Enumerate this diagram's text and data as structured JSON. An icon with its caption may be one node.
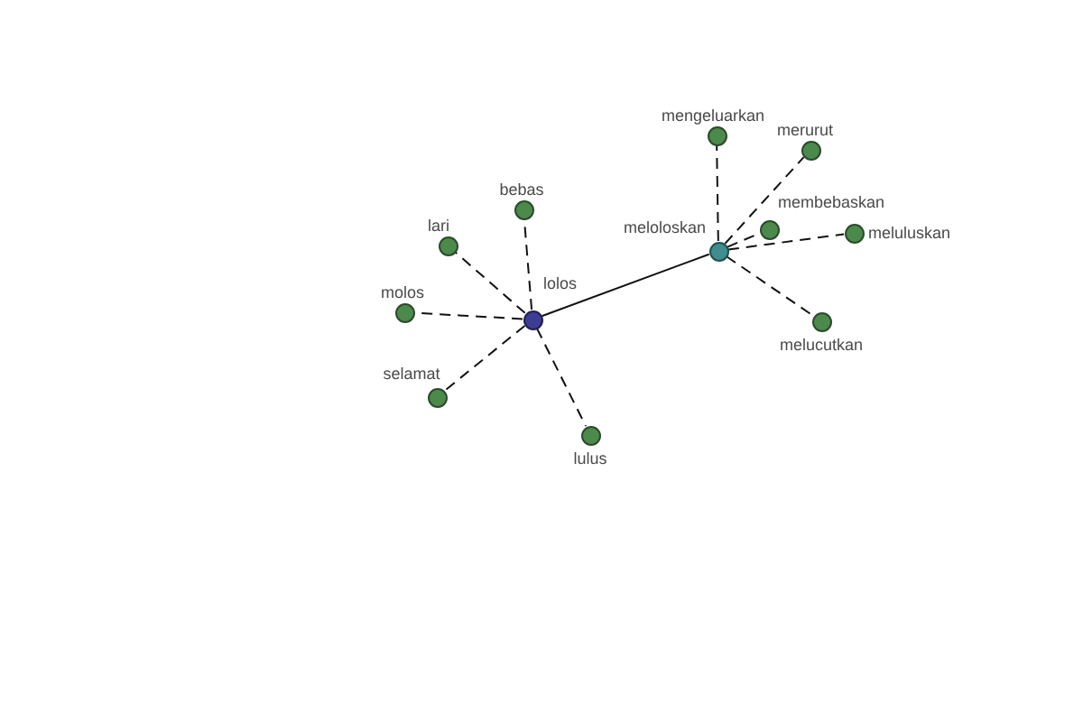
{
  "diagram": {
    "nodes": [
      {
        "text": [],
        "shape": "circle",
        "beside": [
          "mengeluarkan"
        ]
      },
      {
        "text": [],
        "shape": "circle",
        "beside": [
          "merurut"
        ]
      },
      {
        "text": [],
        "shape": "circle",
        "beside": [
          "bebas"
        ]
      },
      {
        "text": [],
        "shape": "circle",
        "beside": [
          "membebaskan"
        ]
      },
      {
        "text": [],
        "shape": "circle",
        "beside": [
          "meluluskan"
        ]
      },
      {
        "text": [],
        "shape": "circle",
        "beside": [
          "lari"
        ]
      },
      {
        "text": [],
        "shape": "circle",
        "beside": [
          "meloloskan"
        ]
      },
      {
        "text": [],
        "shape": "circle",
        "beside": [
          "molos"
        ]
      },
      {
        "text": [],
        "shape": "circle",
        "beside": [
          "lolos"
        ]
      },
      {
        "text": [],
        "shape": "circle",
        "beside": [
          "melucutkan"
        ]
      },
      {
        "text": [],
        "shape": "circle",
        "beside": [
          "selamat"
        ]
      },
      {
        "text": [],
        "shape": "circle",
        "beside": [
          "lulus"
        ]
      }
    ],
    "edges": [
      {
        "from": 8,
        "to": 6,
        "arrow": "none"
      },
      {
        "from": 8,
        "to": 2,
        "arrow": "none",
        "style": "dashed"
      },
      {
        "from": 8,
        "to": 5,
        "arrow": "none",
        "style": "dashed"
      },
      {
        "from": 8,
        "to": 7,
        "arrow": "none",
        "style": "dashed"
      },
      {
        "from": 8,
        "to": 10,
        "arrow": "none",
        "style": "dashed"
      },
      {
        "from": 8,
        "to": 11,
        "arrow": "none",
        "style": "dashed"
      },
      {
        "from": 6,
        "to": 0,
        "arrow": "none",
        "style": "dashed"
      },
      {
        "from": 6,
        "to": 1,
        "arrow": "none",
        "style": "dashed"
      },
      {
        "from": 6,
        "to": 3,
        "arrow": "none",
        "style": "dashed"
      },
      {
        "from": 6,
        "to": 4,
        "arrow": "none",
        "style": "dashed"
      },
      {
        "from": 6,
        "to": 9,
        "arrow": "none",
        "style": "dashed"
      }
    ]
  }
}
